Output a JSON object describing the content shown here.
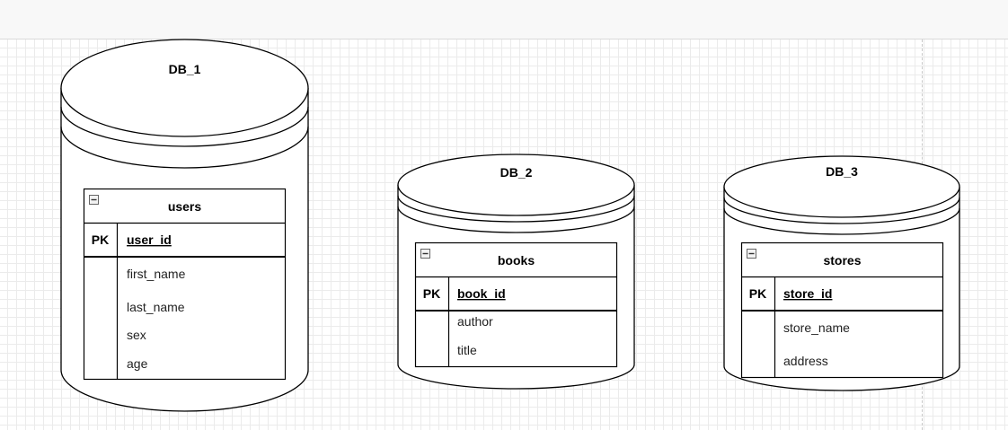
{
  "databases": [
    {
      "name": "DB_1",
      "table": {
        "title": "users",
        "key_label": "PK",
        "key": "user_id",
        "fields": [
          "first_name",
          "last_name",
          "sex",
          "age"
        ]
      }
    },
    {
      "name": "DB_2",
      "table": {
        "title": "books",
        "key_label": "PK",
        "key": "book_id",
        "fields": [
          "author",
          "title"
        ]
      }
    },
    {
      "name": "DB_3",
      "table": {
        "title": "stores",
        "key_label": "PK",
        "key": "store_id",
        "fields": [
          "store_name",
          "address"
        ]
      }
    }
  ]
}
